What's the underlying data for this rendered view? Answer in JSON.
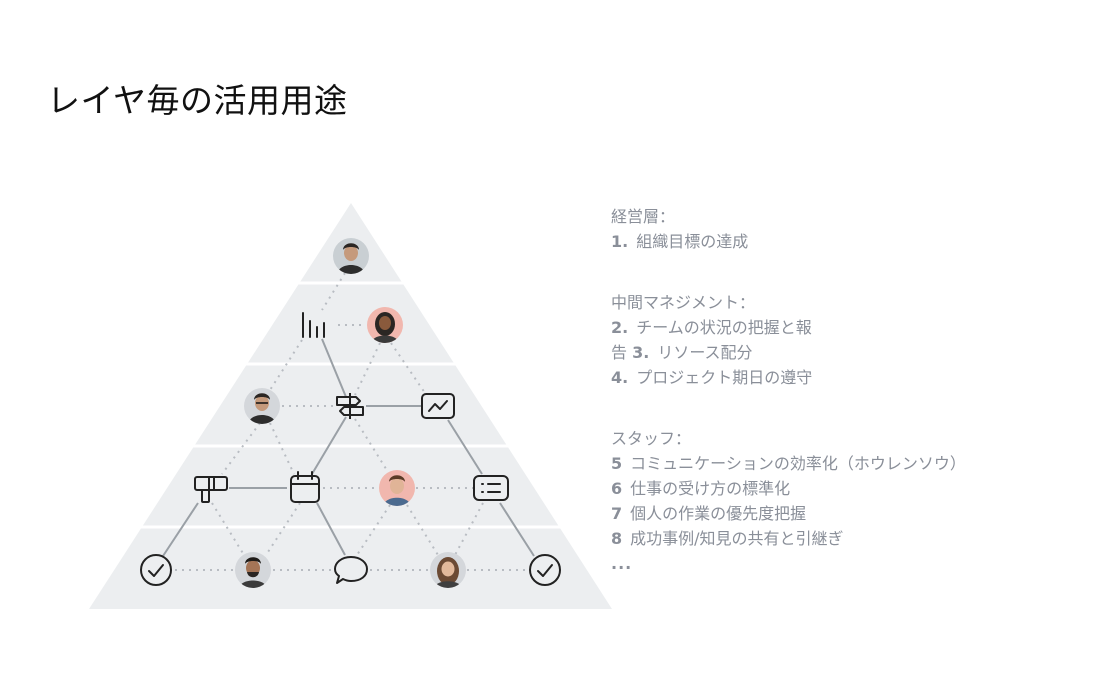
{
  "title": "レイヤ毎の活用用途",
  "sections": [
    {
      "heading": "経営層：",
      "lines": [
        {
          "num": "1.",
          "text": "組織目標の達成"
        }
      ]
    },
    {
      "heading": "中間マネジメント：",
      "lines": [
        {
          "num": "2.",
          "text": "チームの状況の把握と報"
        },
        {
          "prefix": "告",
          "num": "3.",
          "text": "リソース配分"
        },
        {
          "num": "4.",
          "text": "プロジェクト期日の遵守"
        }
      ]
    },
    {
      "heading": "スタッフ：",
      "lines": [
        {
          "num": "5",
          "text": "コミュニケーションの効率化（ホウレンソウ）"
        },
        {
          "num": "6",
          "text": "仕事の受け方の標準化"
        },
        {
          "num": "7",
          "text": "個人の作業の優先度把握"
        },
        {
          "num": "8",
          "text": "成功事例/知見の共有と引継ぎ"
        }
      ],
      "ellipsis": "..."
    }
  ],
  "pyramid": {
    "fill_color": "#eceef0",
    "divider_color": "#ffffff",
    "line_color": "#9aa0a6",
    "dot_color": "#b8bcc2",
    "nodes": [
      {
        "id": "avatar-top",
        "kind": "avatar",
        "bg": "#c9cfd3"
      },
      {
        "id": "bar-chart",
        "kind": "bar-chart-icon"
      },
      {
        "id": "avatar-woman-1",
        "kind": "avatar",
        "bg": "#f1b7ae"
      },
      {
        "id": "avatar-man-glasses",
        "kind": "avatar",
        "bg": "#d4d7db"
      },
      {
        "id": "signpost",
        "kind": "signpost-icon"
      },
      {
        "id": "line-chart",
        "kind": "line-chart-icon"
      },
      {
        "id": "kanban",
        "kind": "kanban-icon"
      },
      {
        "id": "calendar",
        "kind": "calendar-icon"
      },
      {
        "id": "avatar-man-smile",
        "kind": "avatar",
        "bg": "#f1b7ae"
      },
      {
        "id": "list",
        "kind": "list-icon"
      },
      {
        "id": "check-left",
        "kind": "check-circle-icon"
      },
      {
        "id": "avatar-man-beard",
        "kind": "avatar",
        "bg": "#d4d7db"
      },
      {
        "id": "chat",
        "kind": "chat-bubble-icon"
      },
      {
        "id": "avatar-woman-2",
        "kind": "avatar",
        "bg": "#d4d7db"
      },
      {
        "id": "check-right",
        "kind": "check-circle-icon"
      }
    ]
  }
}
